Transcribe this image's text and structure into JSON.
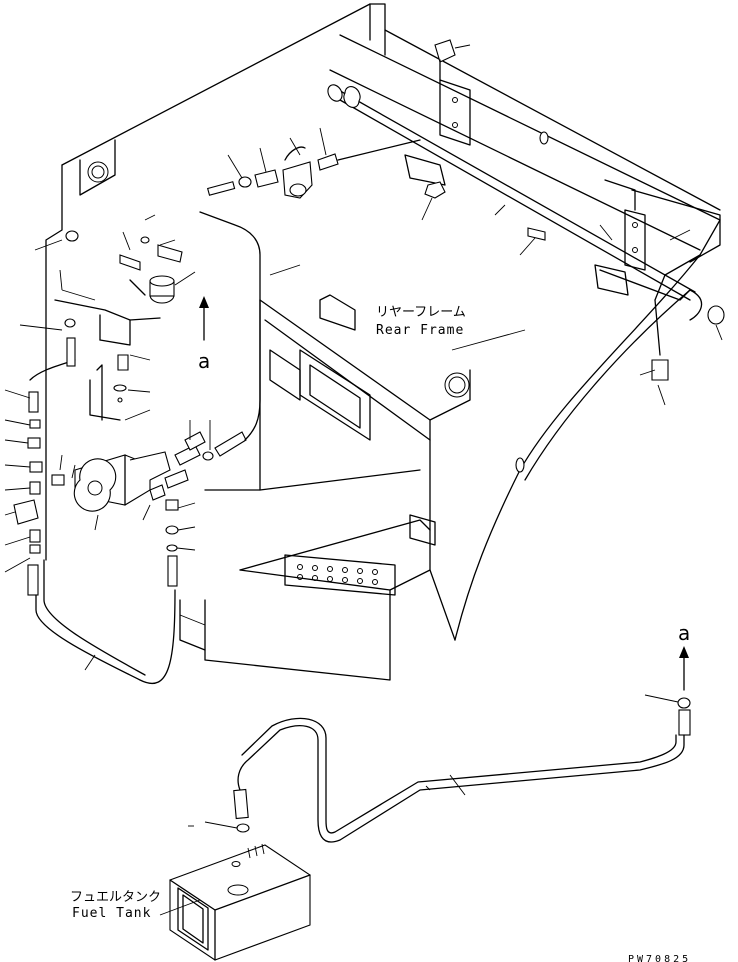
{
  "labels": {
    "rear_frame_jp": "リヤーフレーム",
    "rear_frame_en": "Rear Frame",
    "fuel_tank_jp": "フュエルタンク",
    "fuel_tank_en": "Fuel Tank",
    "connector_top": "a",
    "connector_bottom": "a",
    "drawing_code": "PW70825"
  }
}
